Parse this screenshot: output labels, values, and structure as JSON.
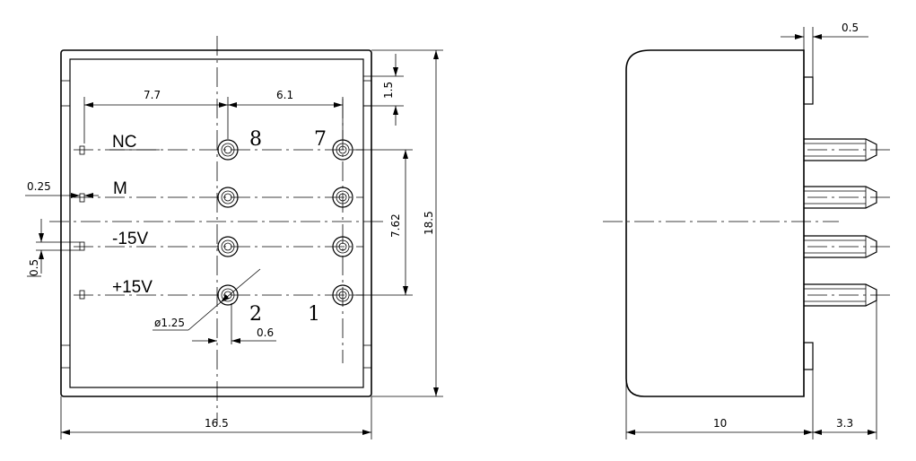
{
  "front_view": {
    "labels": {
      "nc": "NC",
      "m": "M",
      "minus15v": "-15V",
      "plus15v": "+15V"
    },
    "pin_numbers": {
      "p8": "8",
      "p7": "7",
      "p2": "2",
      "p1": "1"
    },
    "dims": {
      "d7_7": "7.7",
      "d6_1": "6.1",
      "d1_5": "1.5",
      "d0_25": "0.25",
      "d0_5": "0.5",
      "d7_62": "7.62",
      "d18_5": "18.5",
      "dphi": "ø1.25",
      "d0_6": "0.6",
      "d16_5": "16.5"
    }
  },
  "side_view": {
    "dims": {
      "d0_5": "0.5",
      "d10": "10",
      "d3_3": "3.3"
    }
  }
}
